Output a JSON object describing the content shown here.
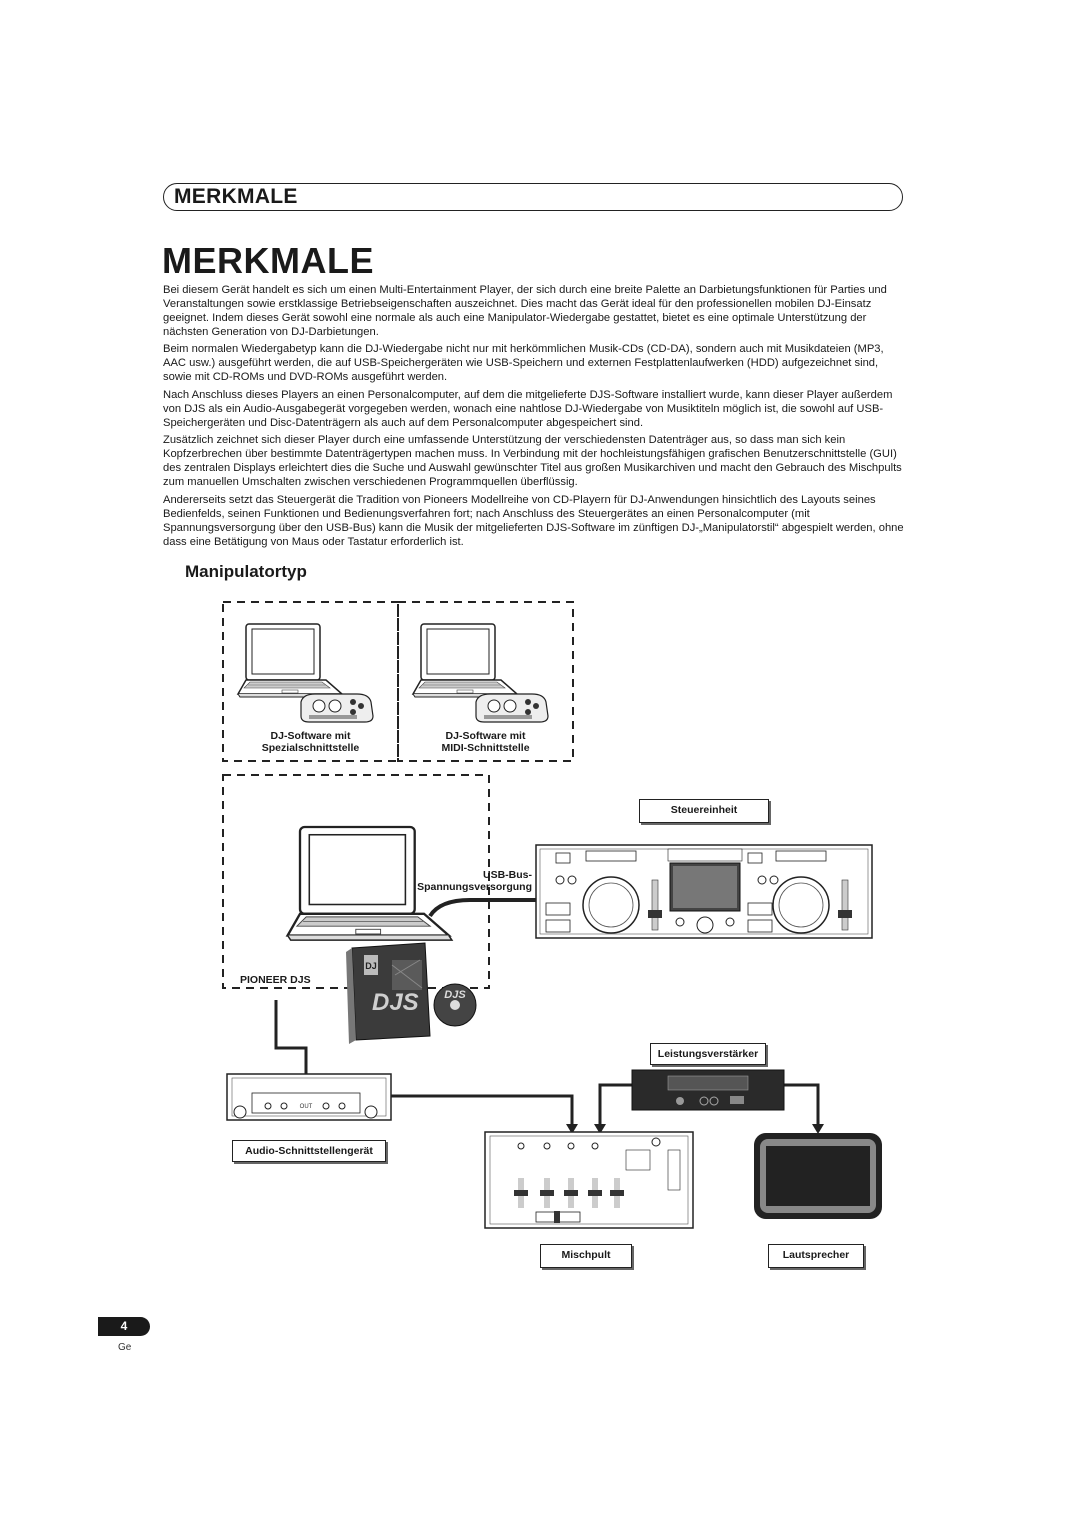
{
  "header": {
    "section_label": "MERKMALE"
  },
  "title": "MERKMALE",
  "paragraphs": [
    "Bei diesem Gerät handelt es sich um einen Multi-Entertainment Player, der sich durch eine breite Palette an Darbietungsfunktionen für Parties und Veranstaltungen sowie erstklassige Betriebseigenschaften auszeichnet. Dies macht das Gerät ideal für den professionellen mobilen DJ-Einsatz geeignet. Indem dieses Gerät sowohl eine normale als auch eine Manipulator-Wiedergabe gestattet, bietet es eine optimale Unterstützung der nächsten Generation von DJ-Darbietungen.",
    "Beim normalen Wiedergabetyp kann die DJ-Wiedergabe nicht nur mit herkömmlichen Musik-CDs (CD-DA), sondern auch mit Musikdateien (MP3, AAC usw.) ausgeführt werden, die auf USB-Speichergeräten wie USB-Speichern und externen Festplattenlaufwerken (HDD) aufgezeichnet sind, sowie mit CD-ROMs und DVD-ROMs ausgeführt werden.",
    "Nach Anschluss dieses Players an einen Personalcomputer, auf dem die mitgelieferte DJS-Software installiert wurde,  kann dieser Player außerdem von DJS als ein Audio-Ausgabegerät vorgegeben werden, wonach eine nahtlose DJ-Wiedergabe von Musiktiteln möglich ist, die sowohl auf USB-Speichergeräten und Disc-Datenträgern als auch auf dem Personalcomputer abgespeichert sind.",
    "Zusätzlich zeichnet sich dieser Player durch eine umfassende Unterstützung der verschiedensten Datenträger aus, so dass man sich kein Kopfzerbrechen über bestimmte Datenträgertypen machen muss. In Verbindung mit der hochleistungsfähigen grafischen Benutzerschnittstelle (GUI) des zentralen Displays erleichtert dies die Suche und Auswahl gewünschter Titel aus großen Musikarchiven und macht den Gebrauch des Mischpults zum manuellen Umschalten zwischen verschiedenen Programmquellen überflüssig.",
    "Andererseits setzt das Steuergerät die Tradition von Pioneers Modellreihe von CD-Playern für DJ-Anwendungen hinsichtlich des Layouts seines Bedienfelds, seinen Funktionen und Bedienungsverfahren fort; nach Anschluss des Steuergerätes an einen Personalcomputer (mit Spannungsversorgung über den USB-Bus) kann die Musik der mitgelieferten DJS-Software im zünftigen DJ-„Manipulatorstil“ abgespielt werden, ohne dass eine Betätigung von Maus oder Tastatur erforderlich ist."
  ],
  "subheading": "Manipulatortyp",
  "diagram": {
    "software_special_1": "DJ-Software mit",
    "software_special_2": "Spezialschnittstelle",
    "software_midi_1": "DJ-Software mit",
    "software_midi_2": "MIDI-Schnittstelle",
    "control_unit": "Steuereinheit",
    "usb_bus_1": "USB-Bus-",
    "usb_bus_2": "Spannungsversorgung",
    "pioneer_djs": "PIONEER DJS",
    "power_amp": "Leistungsverstärker",
    "audio_interface": "Audio-Schnittstellengerät",
    "audio_interface_out": "OUT",
    "mixer": "Mischpult",
    "speaker": "Lautsprecher",
    "box_brand": "DJS",
    "box_small": "DJ",
    "disc_brand": "DJS"
  },
  "footer": {
    "page_number": "4",
    "language": "Ge"
  }
}
